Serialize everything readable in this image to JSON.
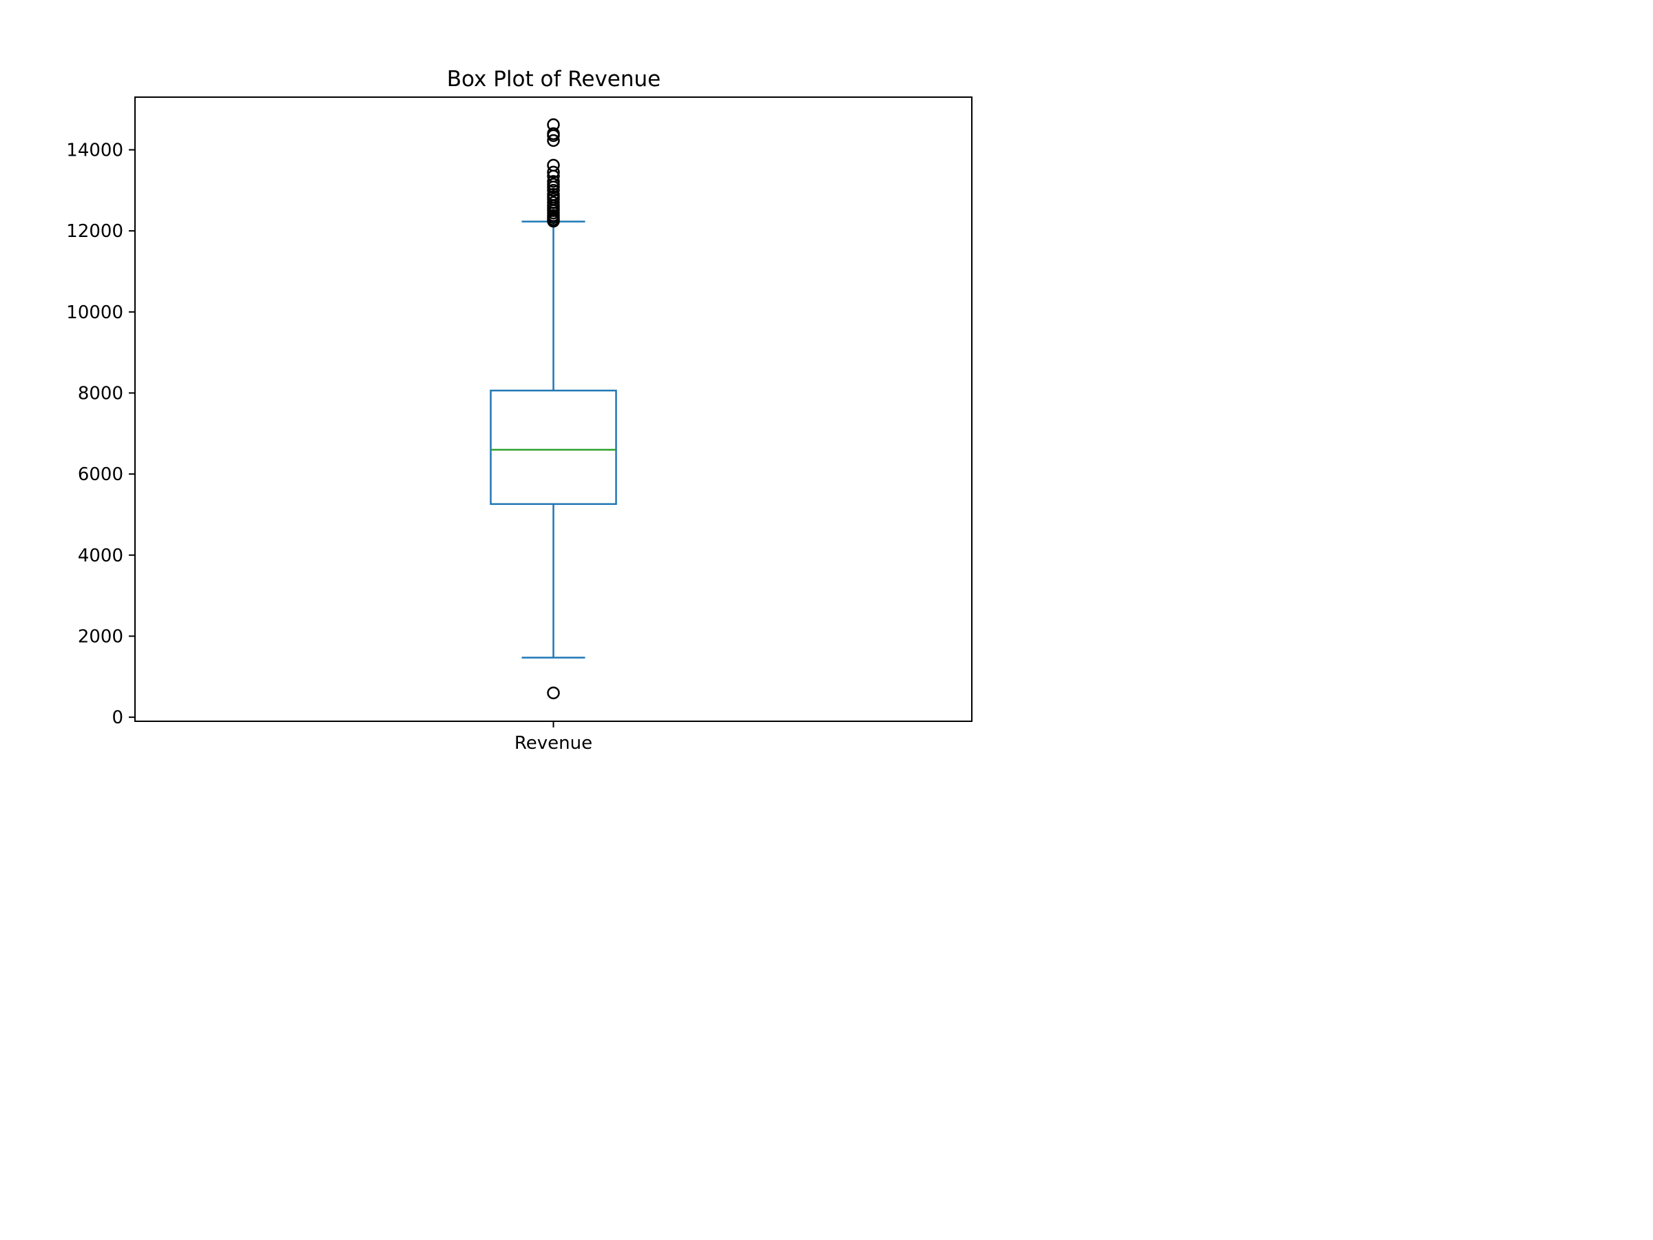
{
  "chart_data": {
    "type": "box",
    "title": "Box Plot of Revenue",
    "xlabel": "",
    "ylabel": "",
    "categories": [
      "Revenue"
    ],
    "ylim": [
      -100,
      15300
    ],
    "yticks": [
      0,
      2000,
      4000,
      6000,
      8000,
      10000,
      12000,
      14000
    ],
    "grid": false,
    "legend": "none",
    "series": [
      {
        "category": "Revenue",
        "whisker_low": 1470,
        "q1": 5260,
        "median": 6600,
        "q3": 8060,
        "whisker_high": 12230,
        "outliers": [
          600,
          12240,
          12280,
          12330,
          12380,
          12440,
          12500,
          12560,
          12620,
          12700,
          12780,
          12840,
          12900,
          13000,
          13080,
          13150,
          13220,
          13350,
          13450,
          13620,
          14230,
          14350,
          14400,
          14620
        ]
      }
    ],
    "colors": {
      "box": "#1f77b4",
      "whisker": "#1f77b4",
      "cap": "#1f77b4",
      "median": "#2ca02c",
      "outlier": "#000000",
      "axes": "#000000"
    }
  }
}
